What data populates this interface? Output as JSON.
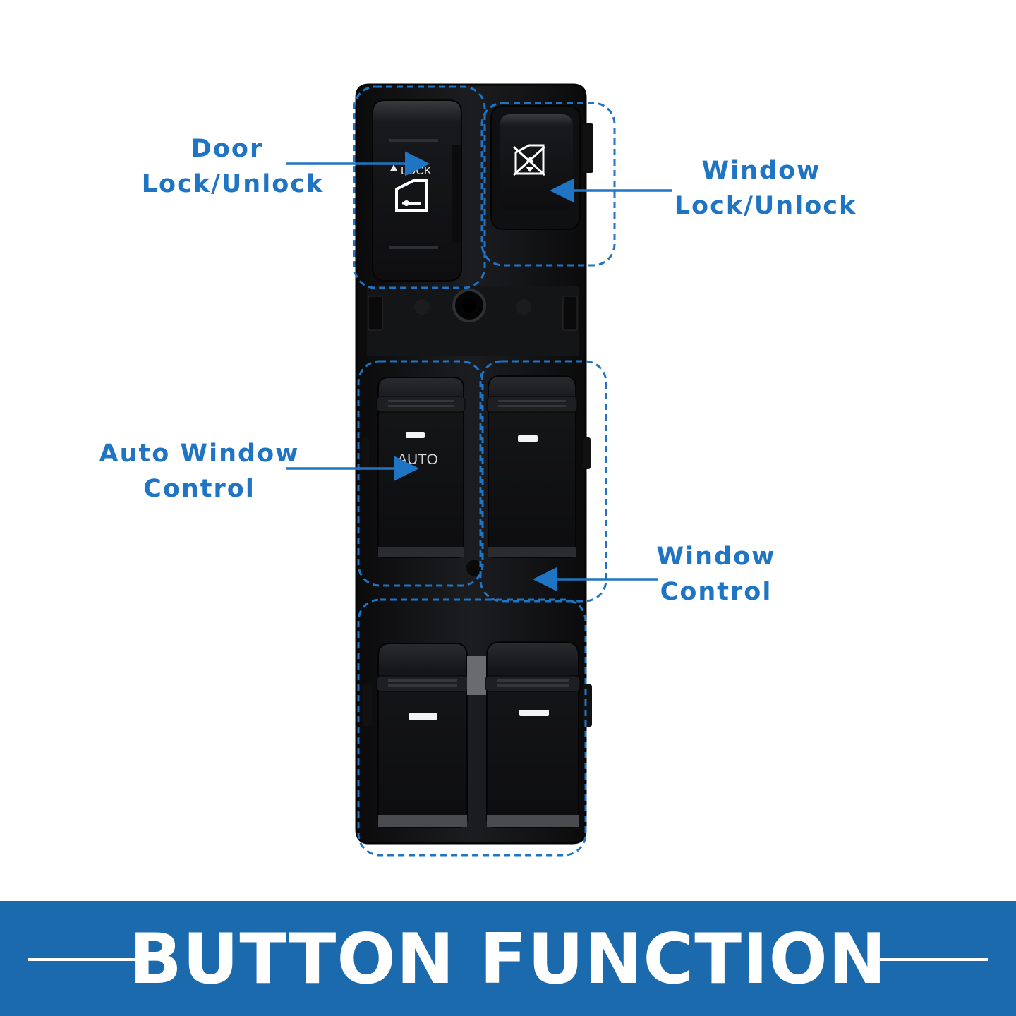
{
  "callouts": {
    "door_lock": {
      "line1": "Door",
      "line2": "Lock/Unlock"
    },
    "window_lock": {
      "line1": "Window",
      "line2": "Lock/Unlock"
    },
    "auto_window": {
      "line1": "Auto Window",
      "line2": "Control"
    },
    "window_control": {
      "line1": "Window",
      "line2": "Control"
    }
  },
  "switch_labels": {
    "lock": "LOCK",
    "auto": "AUTO"
  },
  "banner": {
    "title": "BUTTON FUNCTION"
  },
  "colors": {
    "accent": "#1f74c4",
    "banner": "#1a6aad",
    "panel": "#111214"
  }
}
